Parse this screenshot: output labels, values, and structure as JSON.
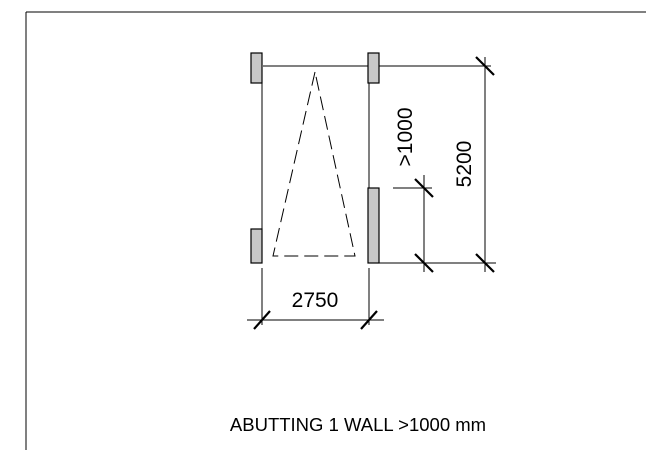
{
  "diagram": {
    "dimensions": {
      "width": "2750",
      "length": "5200",
      "wall_clearance": ">1000"
    },
    "caption": "ABUTTING 1 WALL >1000 mm",
    "colors": {
      "line": "#000000",
      "post_fill": "#c8c8c8",
      "background": "#ffffff"
    }
  }
}
